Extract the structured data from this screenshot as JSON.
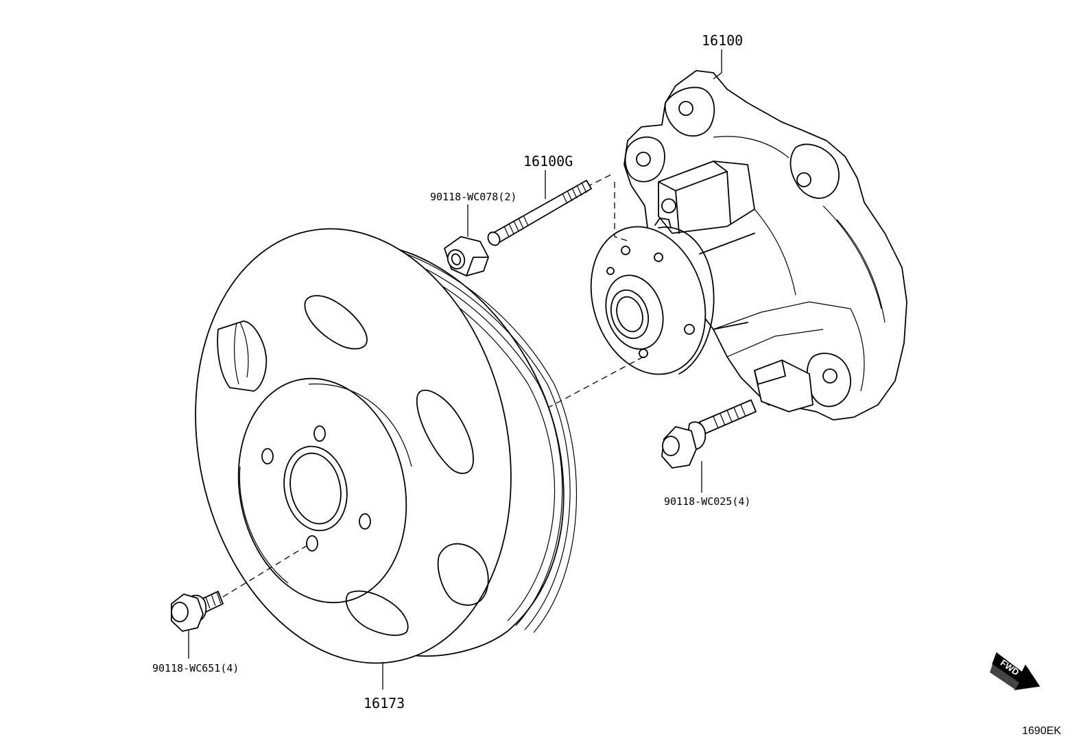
{
  "labels": {
    "water_pump": "16100",
    "gasket": "16100G",
    "stud_bolt": "90118-WC078(2)",
    "pump_bolt": "90118-WC025(4)",
    "pulley_bolt": "90118-WC651(4)",
    "pulley": "16173"
  },
  "direction": "FWD",
  "diagram_ref": "1690EK"
}
